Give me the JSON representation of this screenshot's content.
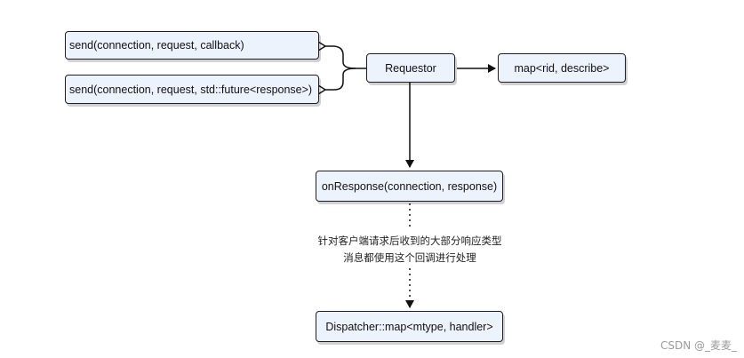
{
  "nodes": {
    "send_callback": "send(connection,  request,  callback)",
    "send_future": "send(connection,  request, std::future<response>)",
    "requestor": "Requestor",
    "map_rid": "map<rid,  describe>",
    "on_response": "onResponse(connection, response)",
    "dispatcher": "Dispatcher::map<mtype, handler>"
  },
  "note": {
    "line1": "针对客户端请求后收到的大部分响应类型",
    "line2": "消息都使用这个回调进行处理"
  },
  "watermark": "CSDN @_麦麦_",
  "colors": {
    "box_fill": "#edf3fd",
    "box_border": "#1f1f1f",
    "line": "#111111"
  }
}
